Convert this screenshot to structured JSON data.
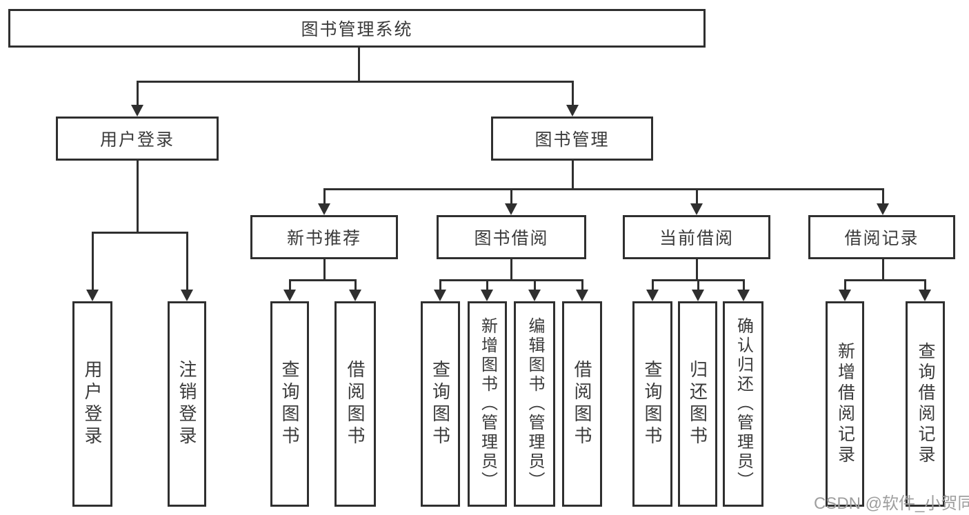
{
  "tree": {
    "root": "图书管理系统",
    "branches": [
      {
        "label": "用户登录",
        "children": [
          "用户登录",
          "注销登录"
        ]
      },
      {
        "label": "图书管理",
        "sections": [
          {
            "label": "新书推荐",
            "children": [
              "查询图书",
              "借阅图书"
            ]
          },
          {
            "label": "图书借阅",
            "children": [
              "查询图书",
              "新增图书（管理员）",
              "编辑图书（管理员）",
              "借阅图书"
            ]
          },
          {
            "label": "当前借阅",
            "children": [
              "查询图书",
              "归还图书",
              "确认归还（管理员）"
            ]
          },
          {
            "label": "借阅记录",
            "children": [
              "新增借阅记录",
              "查询借阅记录"
            ]
          }
        ]
      }
    ]
  },
  "watermark": "CSDN @软件_小贺同学",
  "colors": {
    "line": "#2f2f2f",
    "text": "#3a3a3a",
    "watermark": "#9e9e9e",
    "background": "#ffffff"
  }
}
